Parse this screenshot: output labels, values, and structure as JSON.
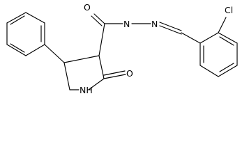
{
  "molecule": {
    "atoms": {
      "o_amide": "O",
      "n_hydrazide": "N",
      "n_imine": "N",
      "cl": "Cl",
      "o_lactam": "O",
      "nh_ring": "NH"
    }
  }
}
